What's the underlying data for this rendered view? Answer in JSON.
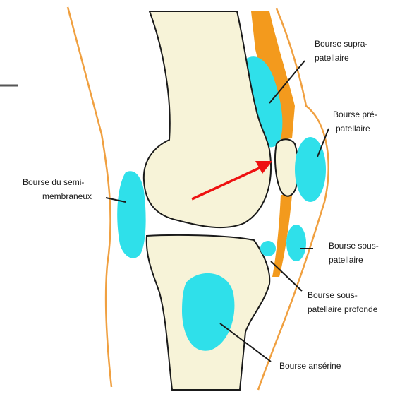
{
  "labels": {
    "supra_line1": "Bourse supra-",
    "supra_line2": "patellaire",
    "pre_line1": "Bourse pré-",
    "pre_line2": "patellaire",
    "semi_line1": "Bourse du semi-",
    "semi_line2": "membraneux",
    "sous_line1": "Bourse sous-",
    "sous_line2": "patellaire",
    "sousprof_line1": "Bourse sous-",
    "sousprof_line2": "patellaire profonde",
    "anserine": "Bourse ansérine"
  },
  "colors": {
    "background": "#ffffff",
    "bone_fill": "#f7f3d8",
    "outline": "#1a1a1a",
    "skin": "#f0a040",
    "tendon": "#f39a1d",
    "bursa": "#2fe0ea",
    "arrow": "#ee1111"
  }
}
